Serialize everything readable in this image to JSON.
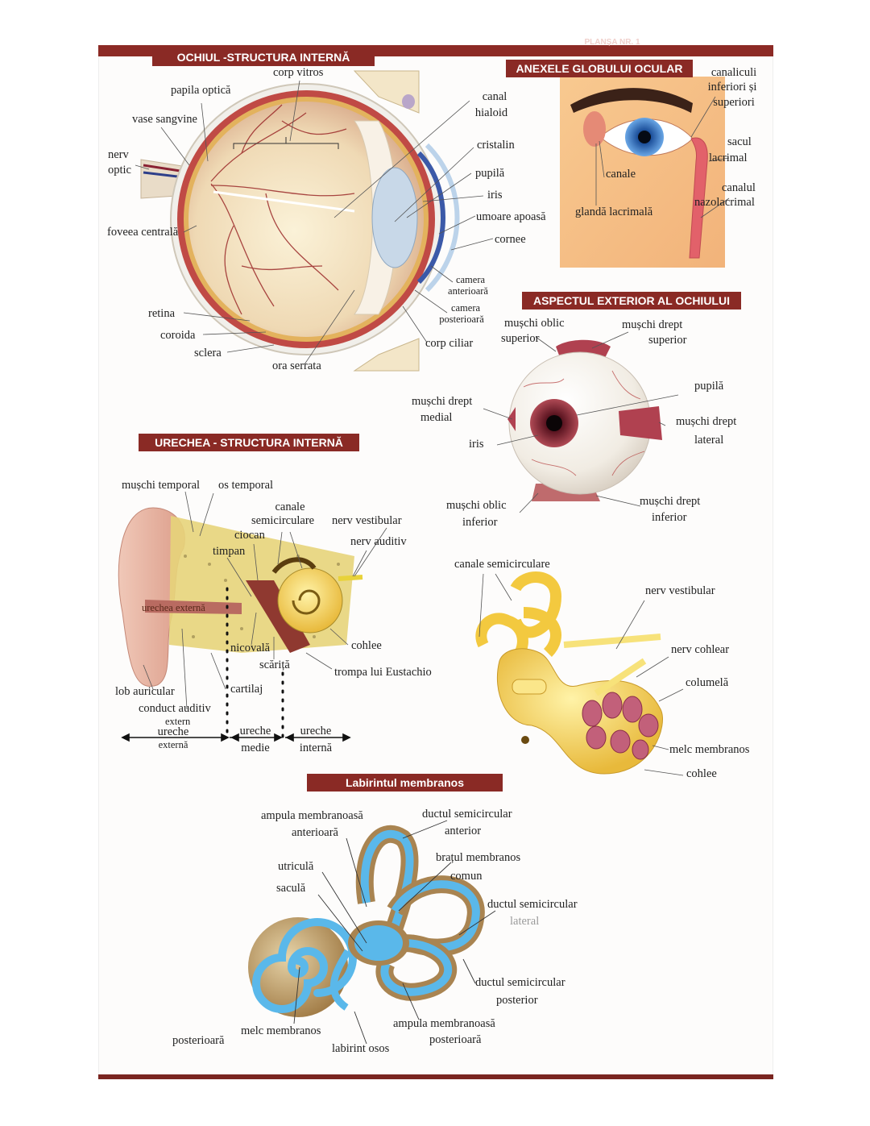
{
  "header": {
    "partial_title": "PLANȘA NR. 1"
  },
  "sections": {
    "eye_internal": "OCHIUL -STRUCTURA INTERNĂ",
    "eye_adnexa": "ANEXELE GLOBULUI OCULAR",
    "eye_exterior": "ASPECTUL EXTERIOR AL OCHIULUI",
    "ear_internal": "URECHEA - STRUCTURA INTERNĂ",
    "labyrinth": "Labirintul membranos"
  },
  "eye_internal_labels": {
    "corp_vitros": "corp vitros",
    "papila": "papila optică",
    "vase": "vase sangvine",
    "nerv1": "nerv",
    "nerv2": "optic",
    "foveea": "foveea centrală",
    "retina": "retina",
    "coroida": "coroida",
    "sclera": "sclera",
    "ora": "ora serrata",
    "canal1": "canal",
    "canal2": "hialoid",
    "cristalin": "cristalin",
    "pupila": "pupilă",
    "iris": "iris",
    "umoare": "umoare apoasă",
    "cornee": "cornee",
    "cam_ant1": "camera",
    "cam_ant2": "anterioară",
    "cam_post1": "camera",
    "cam_post2": "posterioară",
    "corp_ciliar": "corp ciliar"
  },
  "adnexa_labels": {
    "canaliculi1": "canaliculi",
    "canaliculi2": "inferiori și",
    "canaliculi3": "superiori",
    "sacul1": "sacul",
    "sacul2": "lacrimal",
    "canale": "canale",
    "canalul1": "canalul",
    "canalul2": "nazolacrimal",
    "glanda": "glandă lacrimală"
  },
  "exterior_labels": {
    "oblic_sup1": "mușchi oblic",
    "oblic_sup2": "superior",
    "drept_sup1": "mușchi drept",
    "drept_sup2": "superior",
    "pupila": "pupilă",
    "drept_med1": "mușchi drept",
    "drept_med2": "medial",
    "drept_lat1": "mușchi drept",
    "drept_lat2": "lateral",
    "iris": "iris",
    "oblic_inf1": "mușchi oblic",
    "oblic_inf2": "inferior",
    "drept_inf1": "mușchi drept",
    "drept_inf2": "inferior"
  },
  "ear_labels": {
    "temporal_m": "mușchi temporal",
    "os_temporal": "os temporal",
    "canale1": "canale",
    "canale2": "semicirculare",
    "nerv_vest": "nerv vestibular",
    "ciocan": "ciocan",
    "nerv_aud": "nerv auditiv",
    "timpan": "timpan",
    "urechea_ext": "urechea externă",
    "nicovala": "nicovală",
    "cohlee": "cohlee",
    "scarita": "scăriță",
    "trompa": "trompa lui Eustachio",
    "lob": "lob auricular",
    "cartilaj": "cartilaj",
    "conduct1": "conduct auditiv",
    "conduct2": "extern",
    "ext1": "ureche",
    "ext2": "externă",
    "med1": "ureche",
    "med2": "medie",
    "int1": "ureche",
    "int2": "internă"
  },
  "inner_ear_labels": {
    "canale_sc": "canale semicirculare",
    "nerv_vest": "nerv vestibular",
    "nerv_cohl": "nerv cohlear",
    "columela": "columelă",
    "melc": "melc membranos",
    "cohlee": "cohlee"
  },
  "labyrinth_labels": {
    "ampula_ant1": "ampula membranoasă",
    "ampula_ant2": "anterioară",
    "ductul_ant1": "ductul  semicircular",
    "ductul_ant2": "anterior",
    "bratul1": "brațul membranos",
    "bratul2": "comun",
    "utricula": "utriculă",
    "sacula": "saculă",
    "ductul_lat1": "ductul  semicircular",
    "ductul_lat2": "lateral",
    "ductul_post1": "ductul  semicircular",
    "ductul_post2": "posterior",
    "ampula_post1": "ampula membranoasă",
    "ampula_post2": "posterioară",
    "posterioara": "posterioară",
    "melc": "melc membranos",
    "labirint": "labirint osos"
  },
  "colors": {
    "section_bg": "#8a2a25",
    "membrane_blue": "#5ab8ea",
    "bone_tan": "#b8935c"
  }
}
